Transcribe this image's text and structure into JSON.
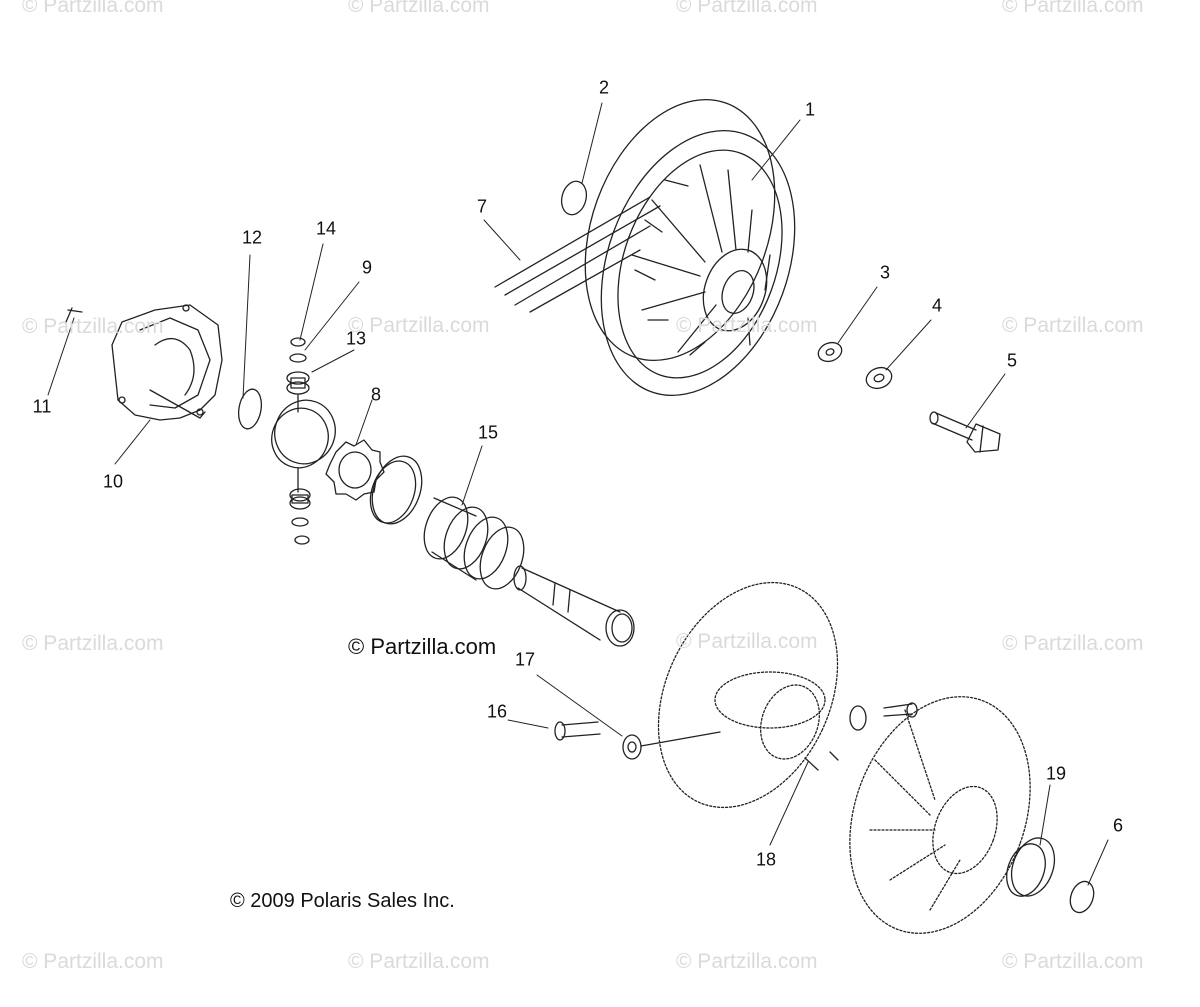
{
  "watermark_text": "© Partzilla.com",
  "main_watermark_text": "© Partzilla.com",
  "copyright_text": "© 2009 Polaris Sales Inc.",
  "callouts": [
    "1",
    "2",
    "3",
    "4",
    "5",
    "6",
    "7",
    "8",
    "9",
    "10",
    "11",
    "12",
    "13",
    "14",
    "15",
    "16",
    "17",
    "18",
    "19"
  ]
}
